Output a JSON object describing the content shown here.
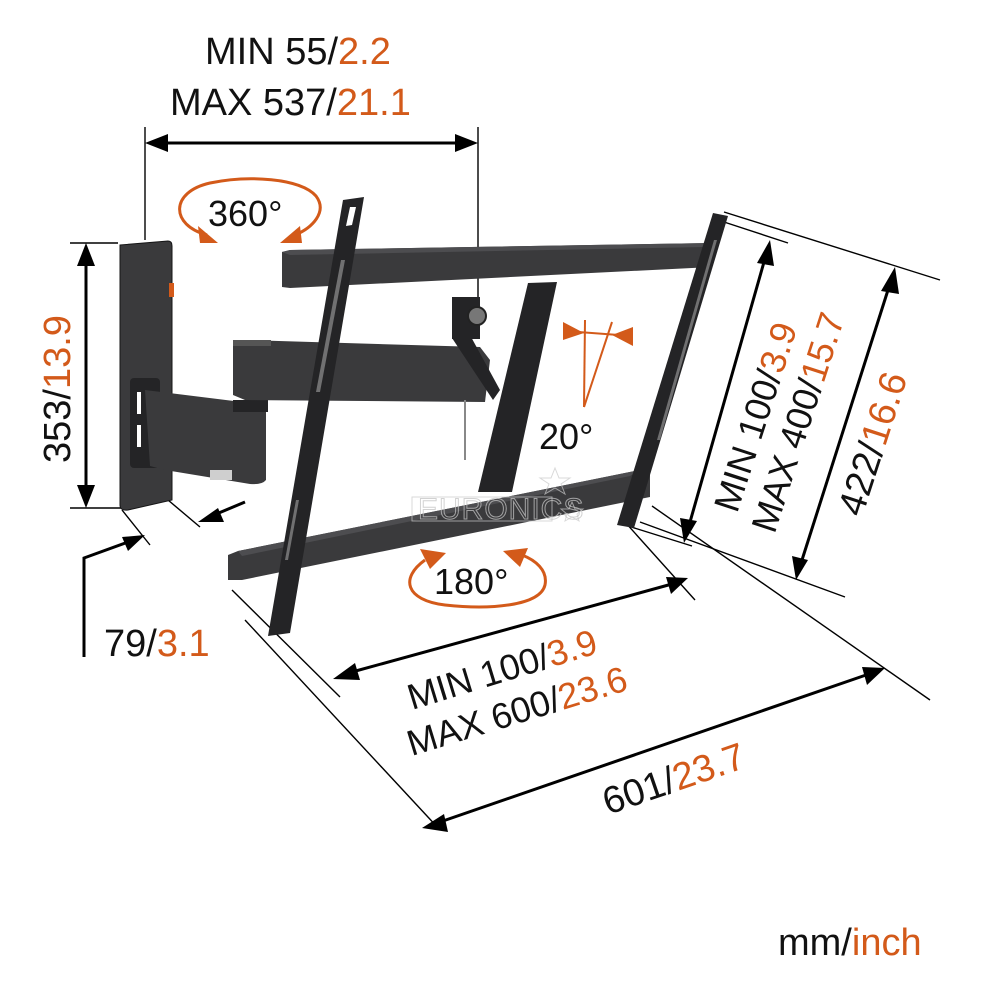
{
  "diagram": {
    "type": "product dimension drawing",
    "subject": "full-motion TV wall mount (double articulating arm)",
    "colors": {
      "metric_text": "#111111",
      "imperial_text": "#d35a1a",
      "rotation_arrows": "#d35a1a",
      "mount_body": "#3a3a3c",
      "background": "#ffffff"
    },
    "dimensions": {
      "arm_extension": {
        "min_label": "MIN 55/",
        "min_inch": "2.2",
        "max_label": "MAX 537/",
        "max_inch": "21.1"
      },
      "wall_plate_height": {
        "mm": "353/",
        "inch": "13.9"
      },
      "wall_plate_depth": {
        "mm": "79/",
        "inch": "3.1"
      },
      "vesa_horizontal": {
        "min_label": "MIN 100/",
        "min_inch": "3.9",
        "max_label": "MAX 600/",
        "max_inch": "23.6"
      },
      "overall_width": {
        "mm": "601/",
        "inch": "23.7"
      },
      "vesa_vertical": {
        "min_label": "MIN 100/",
        "min_inch": "3.9",
        "max_label": "MAX 400/",
        "max_inch": "15.7"
      },
      "overall_height": {
        "mm": "422/",
        "inch": "16.6"
      }
    },
    "motions": {
      "arm_swivel": "360°",
      "tv_swivel": "180°",
      "tilt": "20°"
    },
    "units_legend": {
      "metric": "mm/",
      "imperial": "inch"
    },
    "watermark": "EURONICS"
  }
}
